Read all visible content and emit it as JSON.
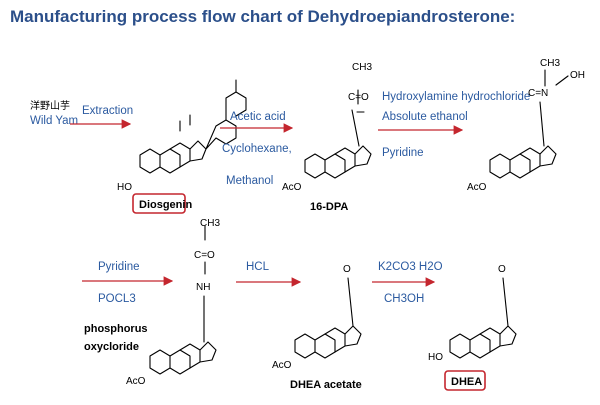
{
  "title": "Manufacturing process flow chart of Dehydroepiandrosterone:",
  "start": {
    "cn": "洋野山芋",
    "en": "Wild Yam"
  },
  "steps": [
    {
      "lines": [
        "Extraction"
      ]
    },
    {
      "lines": [
        "Acetic acid",
        "Cyclohexane,",
        "Methanol"
      ]
    },
    {
      "lines": [
        "Hydroxylamine hydrochloride",
        "Absolute ethanol",
        "Pyridine"
      ]
    },
    {
      "lines": [
        "Pyridine",
        "POCL3"
      ],
      "note": [
        "phosphorus",
        "oxycloride"
      ]
    },
    {
      "lines": [
        "HCL"
      ]
    },
    {
      "lines": [
        "K2CO3  H2O",
        "CH3OH"
      ]
    }
  ],
  "compounds": [
    {
      "label": "Diosgenin",
      "boxed": true,
      "group": "HO"
    },
    {
      "label": "16-DPA",
      "boxed": false,
      "group": "AcO",
      "top": [
        "CH3",
        "C=O"
      ]
    },
    {
      "label": "",
      "boxed": false,
      "group": "AcO",
      "top": [
        "CH3",
        "C=N",
        "OH"
      ]
    },
    {
      "label": "",
      "boxed": false,
      "group": "AcO",
      "top": [
        "CH3",
        "C=O",
        "NH"
      ]
    },
    {
      "label": "DHEA acetate",
      "boxed": false,
      "group": "AcO",
      "top": [
        "O"
      ]
    },
    {
      "label": "DHEA",
      "boxed": true,
      "group": "HO",
      "top": [
        "O"
      ]
    }
  ],
  "colors": {
    "title": "#2b4f8a",
    "step_text": "#2b5aa0",
    "arrow": "#c4262e",
    "box": "#c4262e"
  }
}
